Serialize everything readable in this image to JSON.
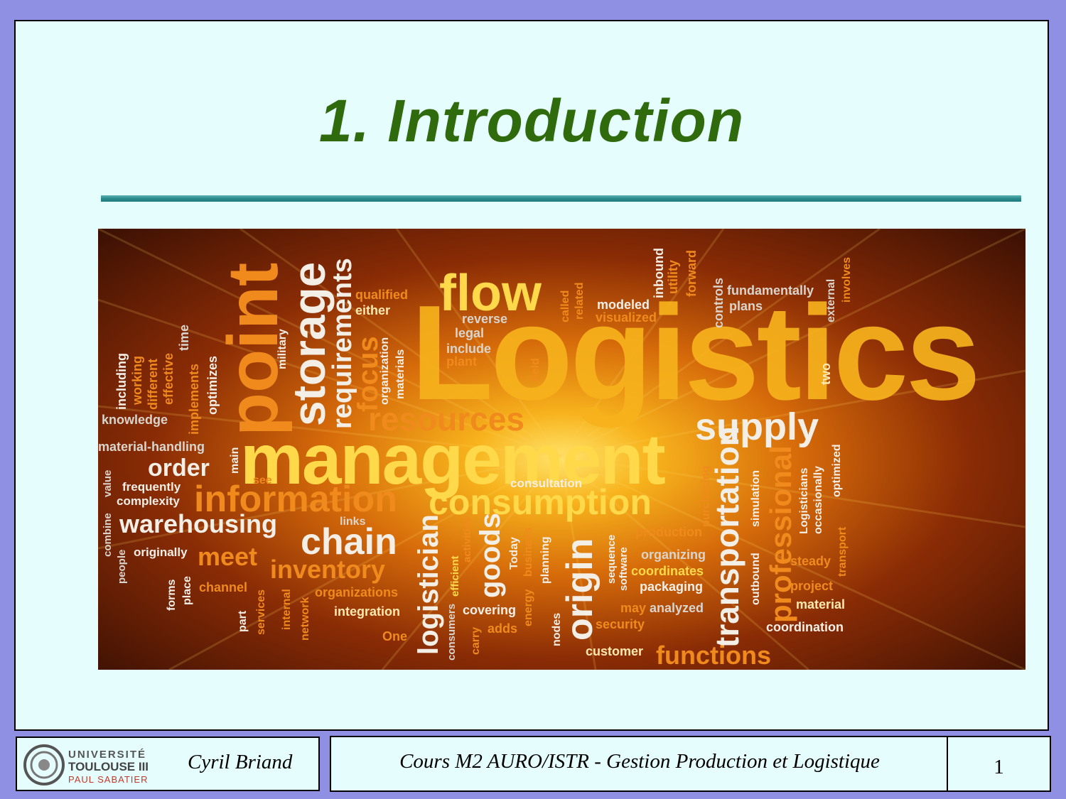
{
  "slide": {
    "title": "1. Introduction"
  },
  "word_cloud": {
    "main": [
      "Logistics",
      "management",
      "point",
      "storage",
      "flow",
      "requirements",
      "supply",
      "resources",
      "information",
      "consumption",
      "chain",
      "transportation",
      "origin",
      "goods",
      "logistician",
      "professional",
      "functions",
      "inventory",
      "warehousing",
      "order",
      "meet",
      "focus"
    ],
    "minor": [
      "qualified",
      "either",
      "reverse",
      "legal",
      "include",
      "plant",
      "modeled",
      "visualized",
      "fundamentally",
      "plans",
      "inbound",
      "utility",
      "forward",
      "controls",
      "external",
      "involves",
      "called",
      "related",
      "two",
      "knowledge",
      "material-handling",
      "frequently",
      "complexity",
      "originally",
      "channel",
      "organizations",
      "integration",
      "One",
      "covering",
      "adds",
      "security",
      "customer",
      "packaging",
      "coordinates",
      "organizing",
      "production",
      "consultation",
      "steady",
      "project",
      "material",
      "coordination",
      "links",
      "see",
      "main",
      "including",
      "working",
      "different",
      "effective",
      "time",
      "implements",
      "optimizes",
      "military",
      "organization",
      "materials",
      "field",
      "simulation",
      "outbound",
      "Logisticians",
      "occasionally",
      "optimized",
      "transport",
      "purchasing",
      "may",
      "analyzed",
      "nodes",
      "planning",
      "Today",
      "energy",
      "business",
      "carry",
      "consumers",
      "efficient",
      "activities",
      "sequence",
      "software",
      "internal",
      "network",
      "part",
      "services",
      "forms",
      "place",
      "combine",
      "value",
      "people"
    ]
  },
  "footer": {
    "logo_line1": "UNIVERSITÉ",
    "logo_line2": "TOULOUSE III",
    "logo_line3": "PAUL SABATIER",
    "author": "Cyril Briand",
    "course": "Cours M2 AURO/ISTR - Gestion Production et Logistique",
    "page_number": "1"
  }
}
